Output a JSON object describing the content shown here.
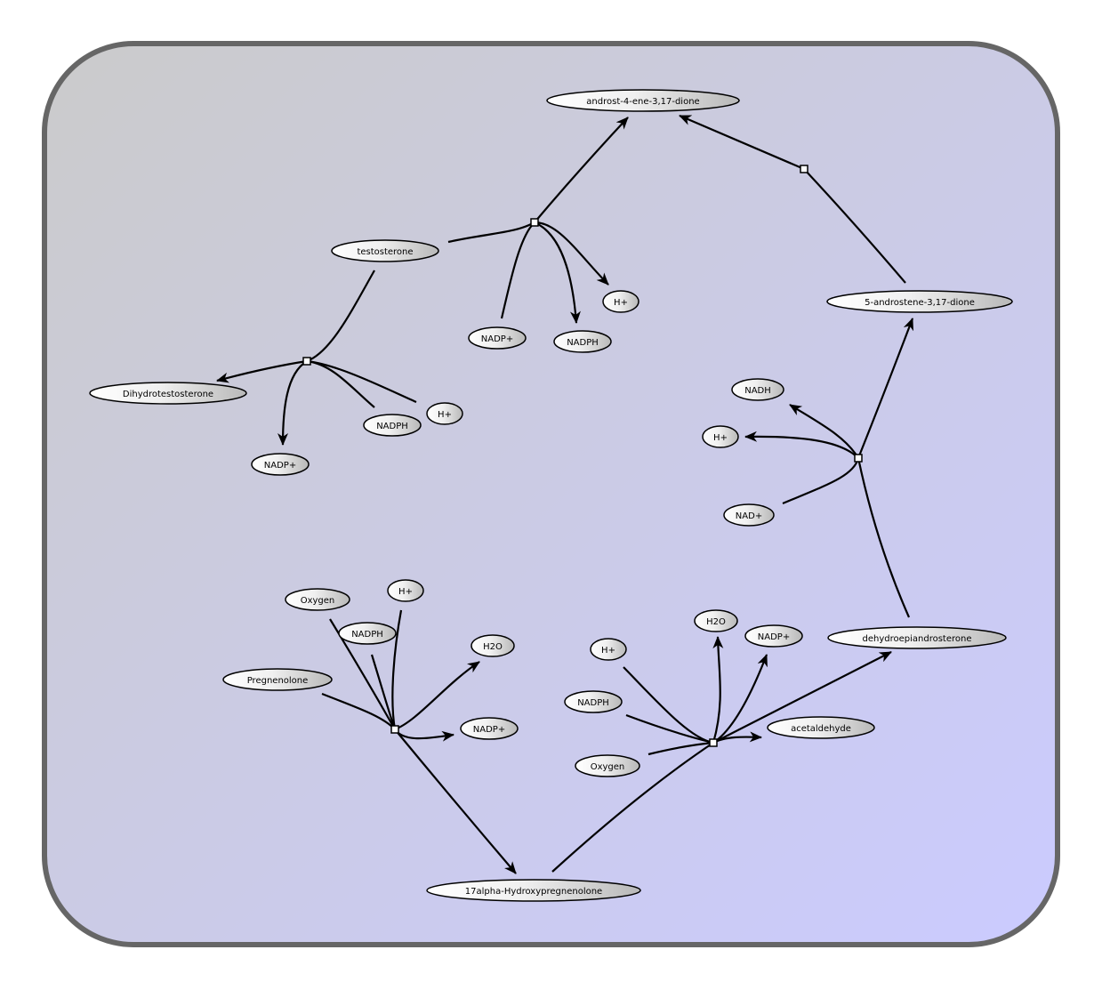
{
  "nodes": {
    "androstenedione": "androst-4-ene-3,17-dione",
    "testosterone": "testosterone",
    "h_plus_top": "H+",
    "nadp_plus_top": "NADP+",
    "nadph_top": "NADPH",
    "androstenedione_5": "5-androstene-3,17-dione",
    "dihydrotestosterone": "Dihydrotestosterone",
    "nadph_left": "NADPH",
    "h_plus_left": "H+",
    "nadp_plus_left": "NADP+",
    "nadh": "NADH",
    "h_plus_right": "H+",
    "nad_plus": "NAD+",
    "oxygen_left": "Oxygen",
    "h_plus_bl": "H+",
    "nadph_bl": "NADPH",
    "h2o_left": "H2O",
    "pregnenolone": "Pregnenolone",
    "nadp_plus_bl": "NADP+",
    "hydroxypregnenolone": "17alpha-Hydroxypregnenolone",
    "h2o_right": "H2O",
    "nadp_plus_br": "NADP+",
    "dhea": "dehydroepiandrosterone",
    "h_plus_br": "H+",
    "nadph_br": "NADPH",
    "acetaldehyde": "acetaldehyde",
    "oxygen_right": "Oxygen"
  },
  "colors": {
    "frame_border": "#666666",
    "background_start": "#cbcbcb",
    "background_end": "#cbcbff",
    "node_fill_light": "#ffffff",
    "node_fill_dark": "#bdbdbd",
    "edge": "#000000"
  }
}
